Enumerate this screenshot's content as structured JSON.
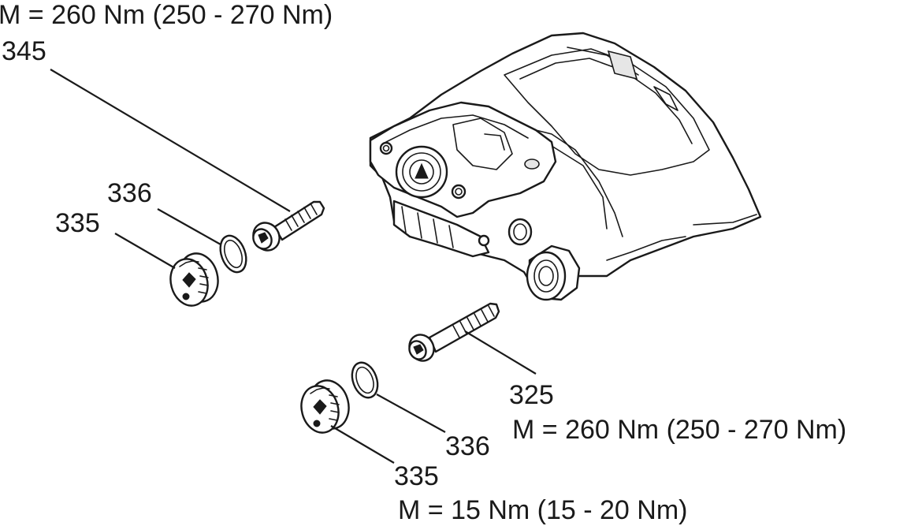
{
  "labels": {
    "torque_top": "M = 260 Nm (250 - 270 Nm)",
    "part_345": "345",
    "part_336_upper": "336",
    "part_335_upper": "335",
    "part_325": "325",
    "torque_325": "M = 260 Nm (250 - 270 Nm)",
    "part_336_lower": "336",
    "part_335_lower": "335",
    "torque_335": "M = 15 Nm (15 - 20 Nm)"
  },
  "colors": {
    "line": "#1a1a1a",
    "background": "#ffffff"
  }
}
